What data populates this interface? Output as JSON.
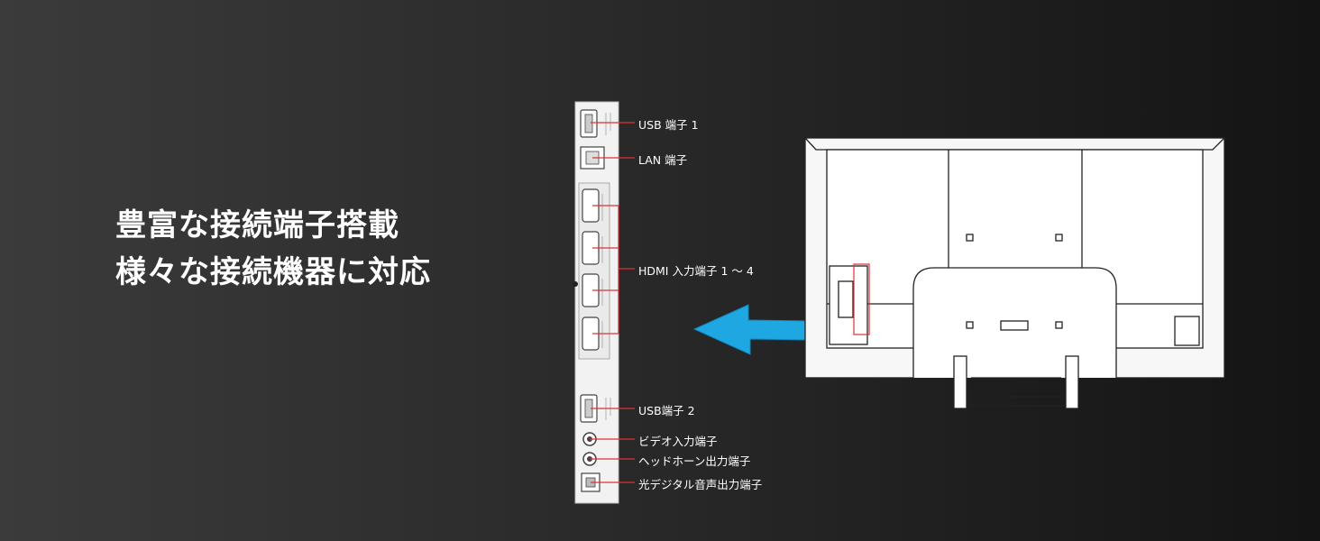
{
  "headline": {
    "line1": "豊富な接続端子搭載",
    "line2": "様々な接続機器に対応"
  },
  "port_labels": {
    "usb1": "USB 端子 1",
    "lan": "LAN 端子",
    "hdmi": "HDMI 入力端子 1 ～ 4",
    "usb2": "USB端子 2",
    "video": "ビデオ入力端子",
    "headphone": "ヘッドホーン出力端子",
    "optical": "光デジタル音声出力端子"
  },
  "colors": {
    "callout_line": "#e0303a",
    "arrow": "#1ea7e1",
    "panel": "#f2f2f2"
  }
}
